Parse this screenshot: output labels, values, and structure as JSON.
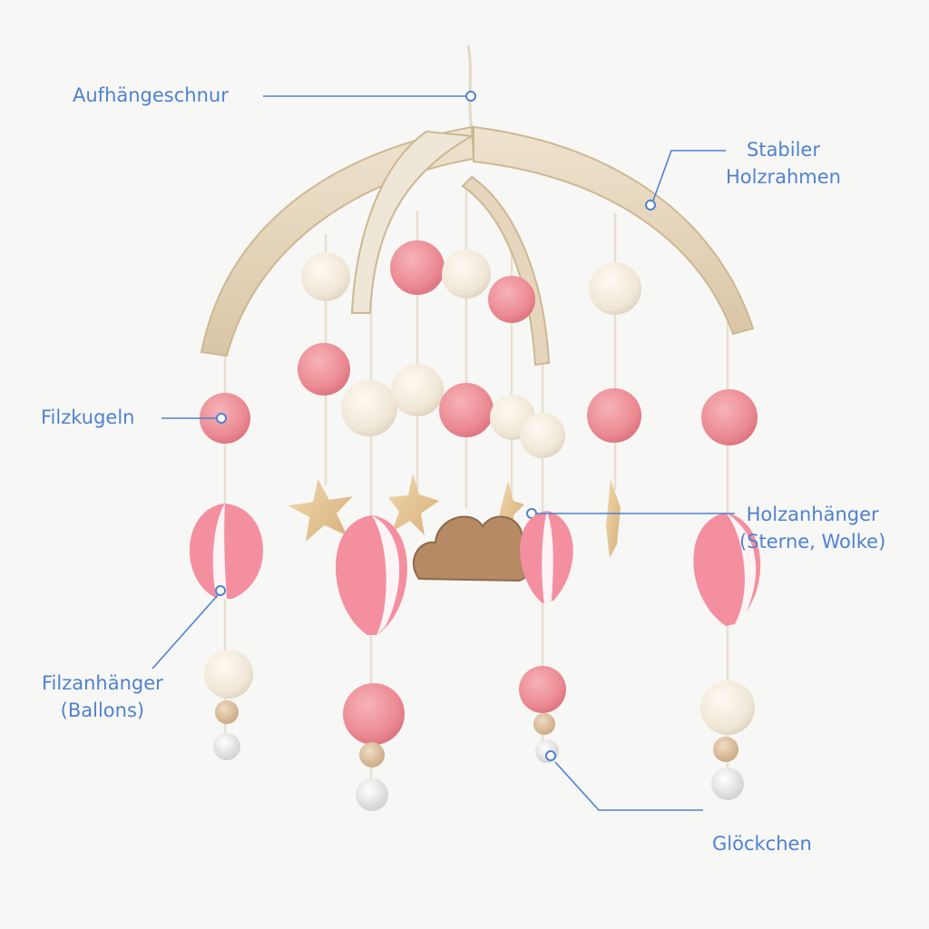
{
  "colors": {
    "background": "#f7f7f5",
    "callout_blue": "#4f82d0",
    "wood": "#e8d9c2",
    "pink_felt": "#ef8d96",
    "cream_felt": "#f3ece0",
    "bead": "#dcc0a0",
    "string": "#e7dfd1"
  },
  "callouts": {
    "hanging_string": "Aufhängeschnur",
    "frame": {
      "line1": "Stabiler",
      "line2": "Holzrahmen"
    },
    "felt_balls": "Filzkugeln",
    "wood_pendants": {
      "line1": "Holzanhänger",
      "line2": "(Sterne, Wolke)"
    },
    "felt_balloons": {
      "line1": "Filzanhänger",
      "line2": "(Ballons)"
    },
    "bells": "Glöckchen"
  }
}
